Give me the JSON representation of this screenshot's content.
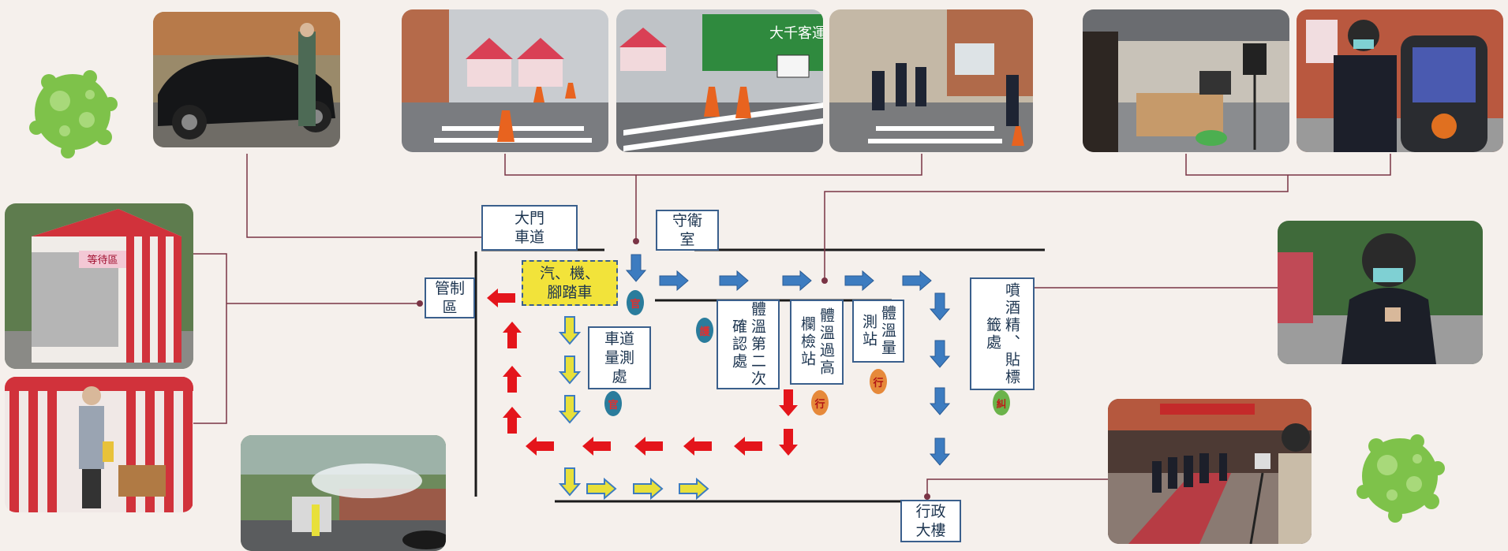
{
  "labels": {
    "gate_driveway": "大門 車道",
    "guard_room": "守衛 室",
    "control_zone": "管制 區",
    "vehicles": "汽、機、 腳踏車",
    "driveway_measure": "車道 量測 處",
    "temp_second_confirm": "體溫第二次確認處",
    "temp_high_check": "體溫過高欄檢站",
    "temp_measure_station": "體溫量測站",
    "spray_alcohol": "噴酒精、貼標籤處",
    "admin_building": "行政 大樓"
  },
  "badges": {
    "official_1": "官",
    "official_2": "官",
    "guard": "護",
    "admin_1": "行",
    "admin_2": "行",
    "discipline": "糾"
  },
  "photo_captions": {
    "waiting_area_sign": "等待區",
    "bus_sign": "大千客運"
  },
  "colors": {
    "background": "#f5f0ec",
    "label_border": "#3a5f8c",
    "blue_arrow": "#3d7cc0",
    "red_arrow": "#e4151b",
    "yellow_arrow": "#e8e03a",
    "leader_line": "#7a3445",
    "virus": "#7ec24a"
  }
}
